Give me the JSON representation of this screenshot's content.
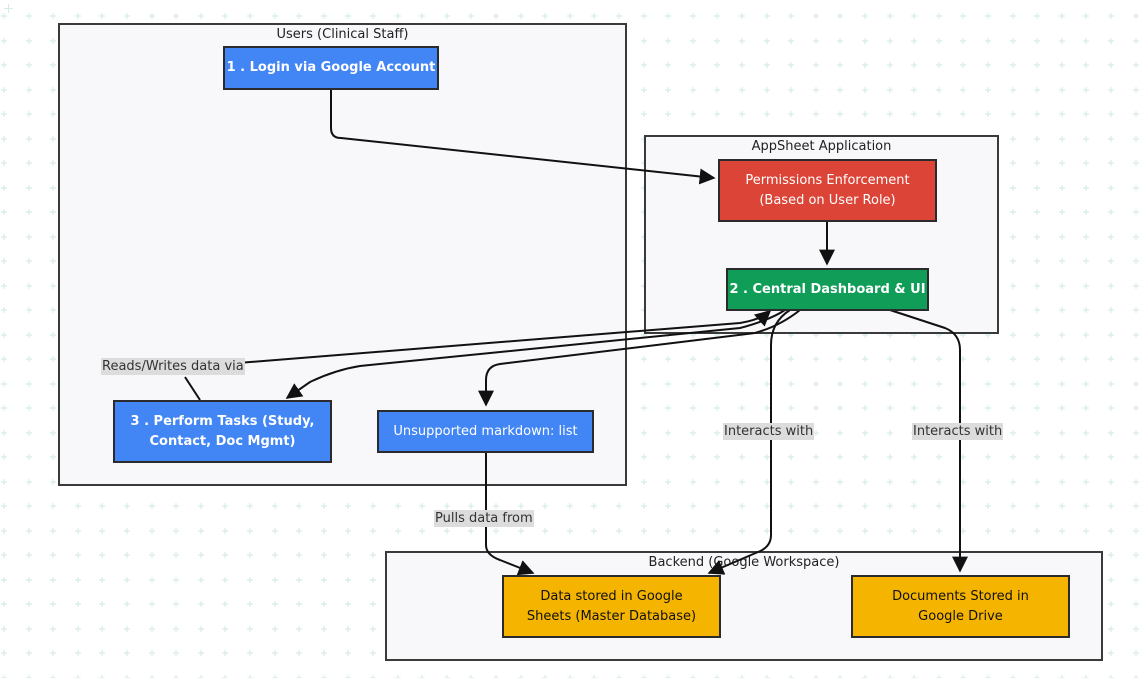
{
  "clusters": {
    "users": "Users (Clinical Staff)",
    "appsheet": "AppSheet Application",
    "backend": "Backend (Google Workspace)"
  },
  "nodes": {
    "login": "1 . Login via Google Account",
    "permissions": "Permissions Enforcement\n(Based on User Role)",
    "dashboard": "2 . Central Dashboard & UI",
    "tasks": "3 . Perform Tasks (Study,\nContact, Doc Mgmt)",
    "markdown": "Unsupported markdown: list",
    "sheets": "Data stored in Google\nSheets (Master Database)",
    "drive": "Documents Stored in\nGoogle Drive"
  },
  "edge_labels": {
    "reads_writes": "Reads/Writes data via",
    "pulls": "Pulls data from",
    "interacts_1": "Interacts with",
    "interacts_2": "Interacts with"
  },
  "colors": {
    "blue": "#4285f4",
    "red": "#db4437",
    "green": "#0f9d58",
    "yellow": "#f4b400",
    "grid": "#d7ece8"
  }
}
